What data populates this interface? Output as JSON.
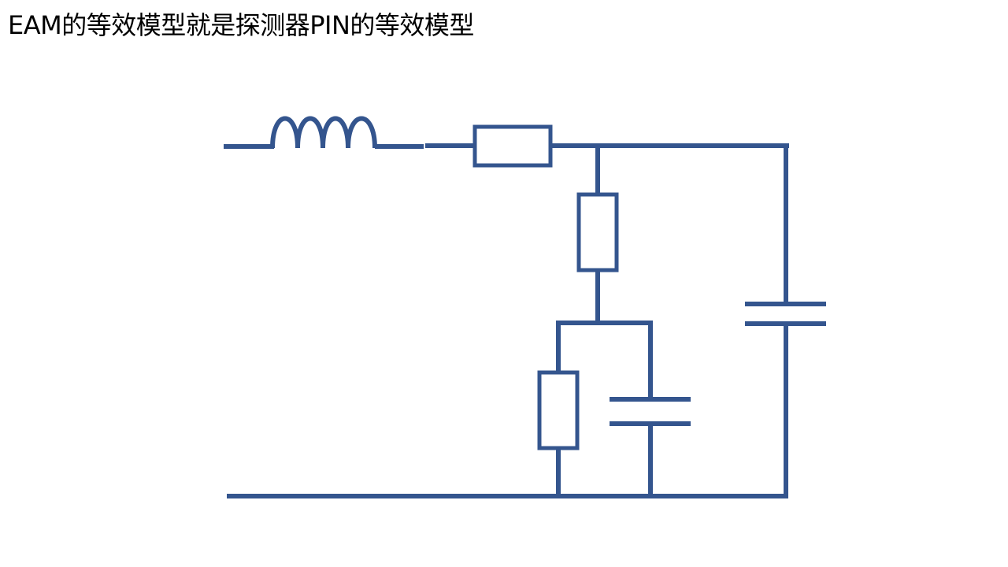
{
  "slide": {
    "title": "EAM的等效模型就是探测器PIN的等效模型"
  },
  "colors": {
    "background": "#ffffff",
    "title_text": "#000000",
    "circuit_line": "#34558e"
  },
  "circuit": {
    "components": [
      {
        "name": "series-inductor",
        "type": "inductor",
        "turns": 3
      },
      {
        "name": "series-resistor",
        "type": "resistor"
      },
      {
        "name": "shunt-resistor",
        "type": "resistor"
      },
      {
        "name": "junction-resistor",
        "type": "resistor"
      },
      {
        "name": "junction-capacitor",
        "type": "capacitor"
      },
      {
        "name": "parasitic-capacitor",
        "type": "capacitor"
      }
    ]
  }
}
